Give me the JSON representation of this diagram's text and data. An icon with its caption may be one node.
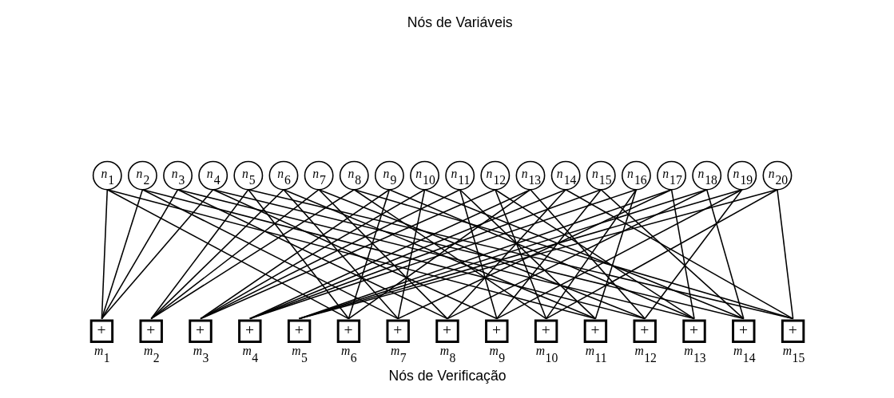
{
  "diagram": {
    "title": "Nós de Variáveis",
    "caption": "Nós de Verificação",
    "nodes": [
      {
        "text": [
          "n$_{1}$"
        ]
      },
      {
        "text": [
          "n$_{2}$"
        ]
      },
      {
        "text": [
          "n$_{3}$"
        ]
      },
      {
        "text": [
          "n$_{4}$"
        ]
      },
      {
        "text": [
          "n$_{5}$"
        ]
      },
      {
        "text": [
          "n$_{6}$"
        ]
      },
      {
        "text": [
          "n$_{7}$"
        ]
      },
      {
        "text": [
          "n$_{8}$"
        ]
      },
      {
        "text": [
          "n$_{9}$"
        ]
      },
      {
        "text": [
          "n$_{10}$"
        ]
      },
      {
        "text": [
          "n$_{11}$"
        ]
      },
      {
        "text": [
          "n$_{12}$"
        ]
      },
      {
        "text": [
          "n$_{13}$"
        ]
      },
      {
        "text": [
          "n$_{14}$"
        ]
      },
      {
        "text": [
          "n$_{15}$"
        ]
      },
      {
        "text": [
          "n$_{16}$"
        ]
      },
      {
        "text": [
          "n$_{17}$"
        ]
      },
      {
        "text": [
          "n$_{18}$"
        ]
      },
      {
        "text": [
          "n$_{19}$"
        ]
      },
      {
        "text": [
          "n$_{20}$"
        ]
      },
      {
        "text": [
          "+",
          "m$_{1}$"
        ]
      },
      {
        "text": [
          "+",
          "m$_{2}$"
        ]
      },
      {
        "text": [
          "+",
          "m$_{3}$"
        ]
      },
      {
        "text": [
          "+",
          "m$_{4}$"
        ]
      },
      {
        "text": [
          "+",
          "m$_{5}$"
        ]
      },
      {
        "text": [
          "+",
          "m$_{6}$"
        ]
      },
      {
        "text": [
          "+",
          "m$_{7}$"
        ]
      },
      {
        "text": [
          "+",
          "m$_{8}$"
        ]
      },
      {
        "text": [
          "+",
          "m$_{9}$"
        ]
      },
      {
        "text": [
          "+",
          "m$_{10}$"
        ]
      },
      {
        "text": [
          "+",
          "m$_{11}$"
        ]
      },
      {
        "text": [
          "+",
          "m$_{12}$"
        ]
      },
      {
        "text": [
          "+",
          "m$_{13}$"
        ]
      },
      {
        "text": [
          "+",
          "m$_{14}$"
        ]
      },
      {
        "text": [
          "+",
          "m$_{15}$"
        ]
      }
    ],
    "edges": [
      {
        "from": 0,
        "to": 20,
        "arrow": "none"
      },
      {
        "from": 1,
        "to": 20,
        "arrow": "none"
      },
      {
        "from": 2,
        "to": 20,
        "arrow": "none"
      },
      {
        "from": 3,
        "to": 20,
        "arrow": "none"
      },
      {
        "from": 4,
        "to": 21,
        "arrow": "none"
      },
      {
        "from": 5,
        "to": 21,
        "arrow": "none"
      },
      {
        "from": 6,
        "to": 21,
        "arrow": "none"
      },
      {
        "from": 7,
        "to": 21,
        "arrow": "none"
      },
      {
        "from": 8,
        "to": 22,
        "arrow": "none"
      },
      {
        "from": 9,
        "to": 22,
        "arrow": "none"
      },
      {
        "from": 10,
        "to": 22,
        "arrow": "none"
      },
      {
        "from": 11,
        "to": 22,
        "arrow": "none"
      },
      {
        "from": 12,
        "to": 23,
        "arrow": "none"
      },
      {
        "from": 13,
        "to": 23,
        "arrow": "none"
      },
      {
        "from": 14,
        "to": 23,
        "arrow": "none"
      },
      {
        "from": 15,
        "to": 23,
        "arrow": "none"
      },
      {
        "from": 16,
        "to": 24,
        "arrow": "none"
      },
      {
        "from": 17,
        "to": 24,
        "arrow": "none"
      },
      {
        "from": 18,
        "to": 24,
        "arrow": "none"
      },
      {
        "from": 19,
        "to": 24,
        "arrow": "none"
      },
      {
        "from": 0,
        "to": 25,
        "arrow": "none"
      },
      {
        "from": 4,
        "to": 25,
        "arrow": "none"
      },
      {
        "from": 8,
        "to": 25,
        "arrow": "none"
      },
      {
        "from": 12,
        "to": 25,
        "arrow": "none"
      },
      {
        "from": 1,
        "to": 26,
        "arrow": "none"
      },
      {
        "from": 5,
        "to": 26,
        "arrow": "none"
      },
      {
        "from": 9,
        "to": 26,
        "arrow": "none"
      },
      {
        "from": 16,
        "to": 26,
        "arrow": "none"
      },
      {
        "from": 2,
        "to": 27,
        "arrow": "none"
      },
      {
        "from": 6,
        "to": 27,
        "arrow": "none"
      },
      {
        "from": 13,
        "to": 27,
        "arrow": "none"
      },
      {
        "from": 17,
        "to": 27,
        "arrow": "none"
      },
      {
        "from": 3,
        "to": 28,
        "arrow": "none"
      },
      {
        "from": 10,
        "to": 28,
        "arrow": "none"
      },
      {
        "from": 14,
        "to": 28,
        "arrow": "none"
      },
      {
        "from": 18,
        "to": 28,
        "arrow": "none"
      },
      {
        "from": 7,
        "to": 29,
        "arrow": "none"
      },
      {
        "from": 11,
        "to": 29,
        "arrow": "none"
      },
      {
        "from": 15,
        "to": 29,
        "arrow": "none"
      },
      {
        "from": 19,
        "to": 29,
        "arrow": "none"
      },
      {
        "from": 0,
        "to": 30,
        "arrow": "none"
      },
      {
        "from": 5,
        "to": 30,
        "arrow": "none"
      },
      {
        "from": 10,
        "to": 30,
        "arrow": "none"
      },
      {
        "from": 15,
        "to": 30,
        "arrow": "none"
      },
      {
        "from": 1,
        "to": 31,
        "arrow": "none"
      },
      {
        "from": 6,
        "to": 31,
        "arrow": "none"
      },
      {
        "from": 12,
        "to": 31,
        "arrow": "none"
      },
      {
        "from": 18,
        "to": 31,
        "arrow": "none"
      },
      {
        "from": 2,
        "to": 32,
        "arrow": "none"
      },
      {
        "from": 8,
        "to": 32,
        "arrow": "none"
      },
      {
        "from": 11,
        "to": 32,
        "arrow": "none"
      },
      {
        "from": 16,
        "to": 32,
        "arrow": "none"
      },
      {
        "from": 3,
        "to": 33,
        "arrow": "none"
      },
      {
        "from": 9,
        "to": 33,
        "arrow": "none"
      },
      {
        "from": 14,
        "to": 33,
        "arrow": "none"
      },
      {
        "from": 17,
        "to": 33,
        "arrow": "none"
      },
      {
        "from": 4,
        "to": 34,
        "arrow": "none"
      },
      {
        "from": 7,
        "to": 34,
        "arrow": "none"
      },
      {
        "from": 13,
        "to": 34,
        "arrow": "none"
      },
      {
        "from": 19,
        "to": 34,
        "arrow": "none"
      }
    ]
  }
}
